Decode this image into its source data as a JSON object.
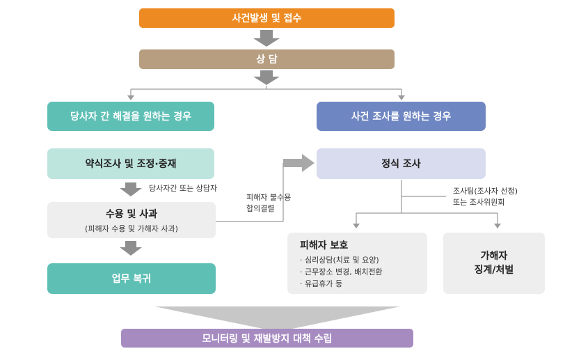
{
  "nodes": {
    "incident_report": "사건발생 및 접수",
    "consultation": "상 담",
    "mutual_resolution": "당사자 간 해결을 원하는 경우",
    "investigation_wanted": "사건 조사를 원하는 경우",
    "mediation": "약식조사 및 조정·중재",
    "formal_investigation": "정식 조사",
    "acceptance": {
      "title": "수용 및 사과",
      "subtitle": "(피해자 수용 및 가해자 사과)"
    },
    "return_to_work": "업무 복귀",
    "victim_protection": {
      "title": "피해자 보호",
      "items": [
        "· 심리상담(치료 및 요양)",
        "· 근무장소 변경, 배치전환",
        "· 유급휴가 등"
      ]
    },
    "perpetrator_discipline": {
      "line1": "가해자",
      "line2": "징계/처벌"
    },
    "monitoring": "모니터링 및 재발방지 대책 수립"
  },
  "annotations": {
    "between_parties": "당사자간 또는 상담자",
    "rejection": {
      "line1": "피해자 불수용",
      "line2": "합의결렬"
    },
    "investigation_team": {
      "line1": "조사팀(조사자 선정)",
      "line2": "또는 조사위원회"
    }
  },
  "colors": {
    "orange": "#ED8B22",
    "tan": "#B79E81",
    "teal": "#5EBFB5",
    "slate_blue": "#6E86C1",
    "light_teal": "#BEE4DE",
    "light_lavender": "#D9DCEE",
    "light_gray": "#EEEEEE",
    "purple": "#A68BC1",
    "arrow_gray": "#8F8F8F",
    "line_gray": "#9A9A9A"
  }
}
